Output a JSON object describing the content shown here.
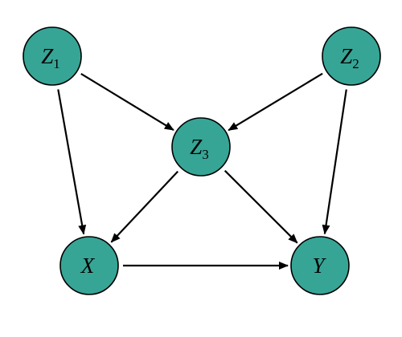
{
  "colors": {
    "node_fill": "#36a596",
    "node_stroke": "#000000",
    "edge": "#000000",
    "background": "#ffffff"
  },
  "nodes": [
    {
      "id": "Z1",
      "base": "Z",
      "sub": "1"
    },
    {
      "id": "Z2",
      "base": "Z",
      "sub": "2"
    },
    {
      "id": "Z3",
      "base": "Z",
      "sub": "3"
    },
    {
      "id": "X",
      "base": "X",
      "sub": ""
    },
    {
      "id": "Y",
      "base": "Y",
      "sub": ""
    }
  ],
  "edges": [
    {
      "from": "Z1",
      "to": "Z3"
    },
    {
      "from": "Z1",
      "to": "X"
    },
    {
      "from": "Z2",
      "to": "Z3"
    },
    {
      "from": "Z2",
      "to": "Y"
    },
    {
      "from": "Z3",
      "to": "X"
    },
    {
      "from": "Z3",
      "to": "Y"
    },
    {
      "from": "X",
      "to": "Y"
    }
  ]
}
